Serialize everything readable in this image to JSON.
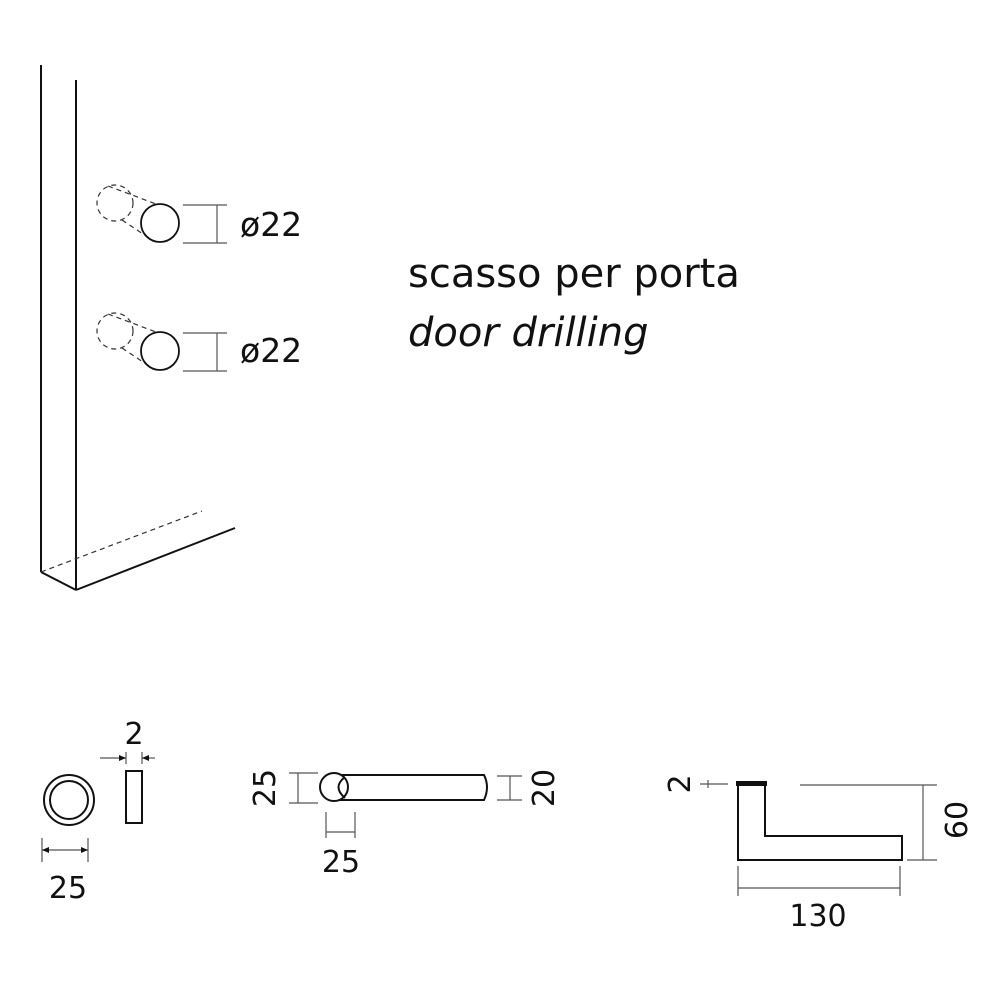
{
  "title": {
    "it": "scasso per porta",
    "en": "door drilling"
  },
  "door_drilling": {
    "hole_top": "ø22",
    "hole_bottom": "ø22"
  },
  "rosette": {
    "diameter": "25",
    "thickness": "2"
  },
  "lever_top_view": {
    "rose_height": "25",
    "rose_width": "25",
    "bar_height": "20"
  },
  "lever_side_view": {
    "plate_thickness": "2",
    "height": "60",
    "length": "130"
  },
  "colors": {
    "line": "#111111",
    "dimension": "#555555",
    "background": "#ffffff"
  }
}
